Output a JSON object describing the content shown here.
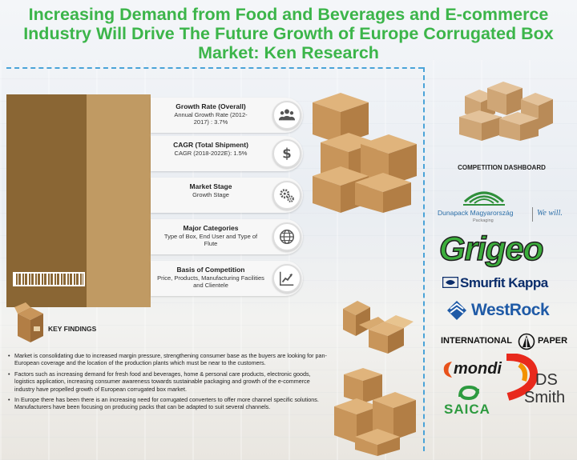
{
  "header": {
    "title_line1": "Increasing Demand from Food and Beverages and E-commerce",
    "title_line2": "Industry Will Drive The Future Growth of Europe Corrugated Box",
    "title_line3": "Market: Ken Research"
  },
  "metrics": [
    {
      "title": "Growth Rate (Overall)",
      "text_line1": "Annual Growth Rate (2012-",
      "text_line2": "2017) : 3.7%",
      "icon": "people-icon"
    },
    {
      "title": "CAGR (Total Shipment)",
      "text_line1": "CAGR (2018-2022E): 1.5%",
      "text_line2": "",
      "icon": "dollar-icon"
    },
    {
      "title": "Market Stage",
      "text_line1": "Growth Stage",
      "text_line2": "",
      "icon": "gears-icon"
    },
    {
      "title": "Major Categories",
      "text_line1": "Type of Box, End User and Type of",
      "text_line2": "Flute",
      "icon": "globe-icon"
    },
    {
      "title": "Basis of Competition",
      "text_line1": "Price, Products, Manufacturing Facilities",
      "text_line2": "and Clientele",
      "icon": "growth-chart-icon"
    }
  ],
  "key_findings": {
    "title": "KEY FINDINGS",
    "bullets": [
      "Market is consolidating due to increased margin pressure, strengthening consumer base as the buyers are looking for pan-European coverage and the location of the production plants which must be near to the customers.",
      "Factors such as increasing demand for fresh food and beverages, home & personal care products, electronic goods, logistics application, increasing consumer awareness towards sustainable packaging and growth of the e-commerce industry have propelled growth of European corrugated box market.",
      "In Europe there has been there is an increasing need for corrugated converters to offer more channel specific solutions. Manufacturers have been focusing on producing packs that can be adapted to suit several channels."
    ]
  },
  "competition": {
    "title": "COMPETITION DASHBOARD",
    "dunapack_name": "Dunapack Magyarország",
    "dunapack_sub": "Packaging",
    "dunapack_slogan": "We will.",
    "grigeo": "Grigeo",
    "smurfit": "Smurfit Kappa",
    "westrock": "WestRock",
    "intl_paper_left": "INTERNATIONAL",
    "intl_paper_right": "PAPER",
    "mondi": "mondi",
    "saica": "SAICA",
    "ds": "DS",
    "smith": "Smith"
  },
  "colors": {
    "title_green": "#3cb54a",
    "panel_dark": "#8a6634",
    "panel_light": "#c09a63",
    "dashed_blue": "#4aa3d8",
    "box_brown": "#c8955a"
  }
}
